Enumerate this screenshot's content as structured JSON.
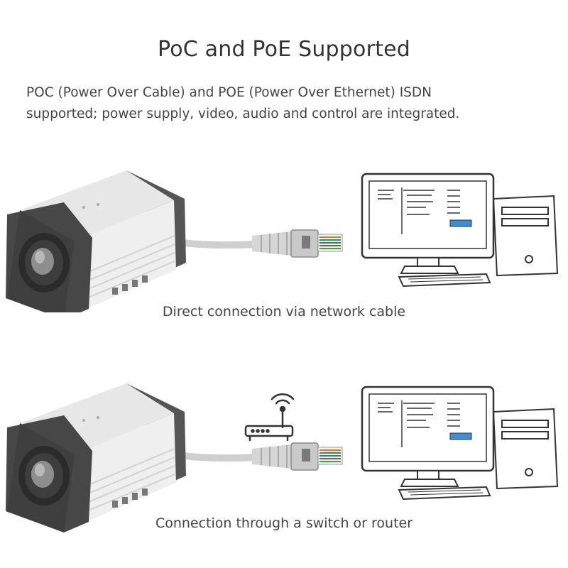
{
  "heading": "PoC and PoE Supported",
  "description": {
    "line1": "POC (Power Over Cable) and POE (Power Over Ethernet) ISDN",
    "line2": "supported; power supply, video, audio and control are integrated."
  },
  "scenarios": [
    {
      "caption": "Direct connection via network cable"
    },
    {
      "caption": "Connection through a switch or router"
    }
  ],
  "icons": {
    "camera": "box-camera-icon",
    "cable": "ethernet-cable-icon",
    "computer": "desktop-computer-icon",
    "router": "wifi-router-icon"
  },
  "colors": {
    "camera_body": "#ececec",
    "camera_end": "#4d4d4d",
    "cable": "#d0d0d0",
    "outline": "#333333",
    "screen_accent": "#3a8fd8"
  }
}
